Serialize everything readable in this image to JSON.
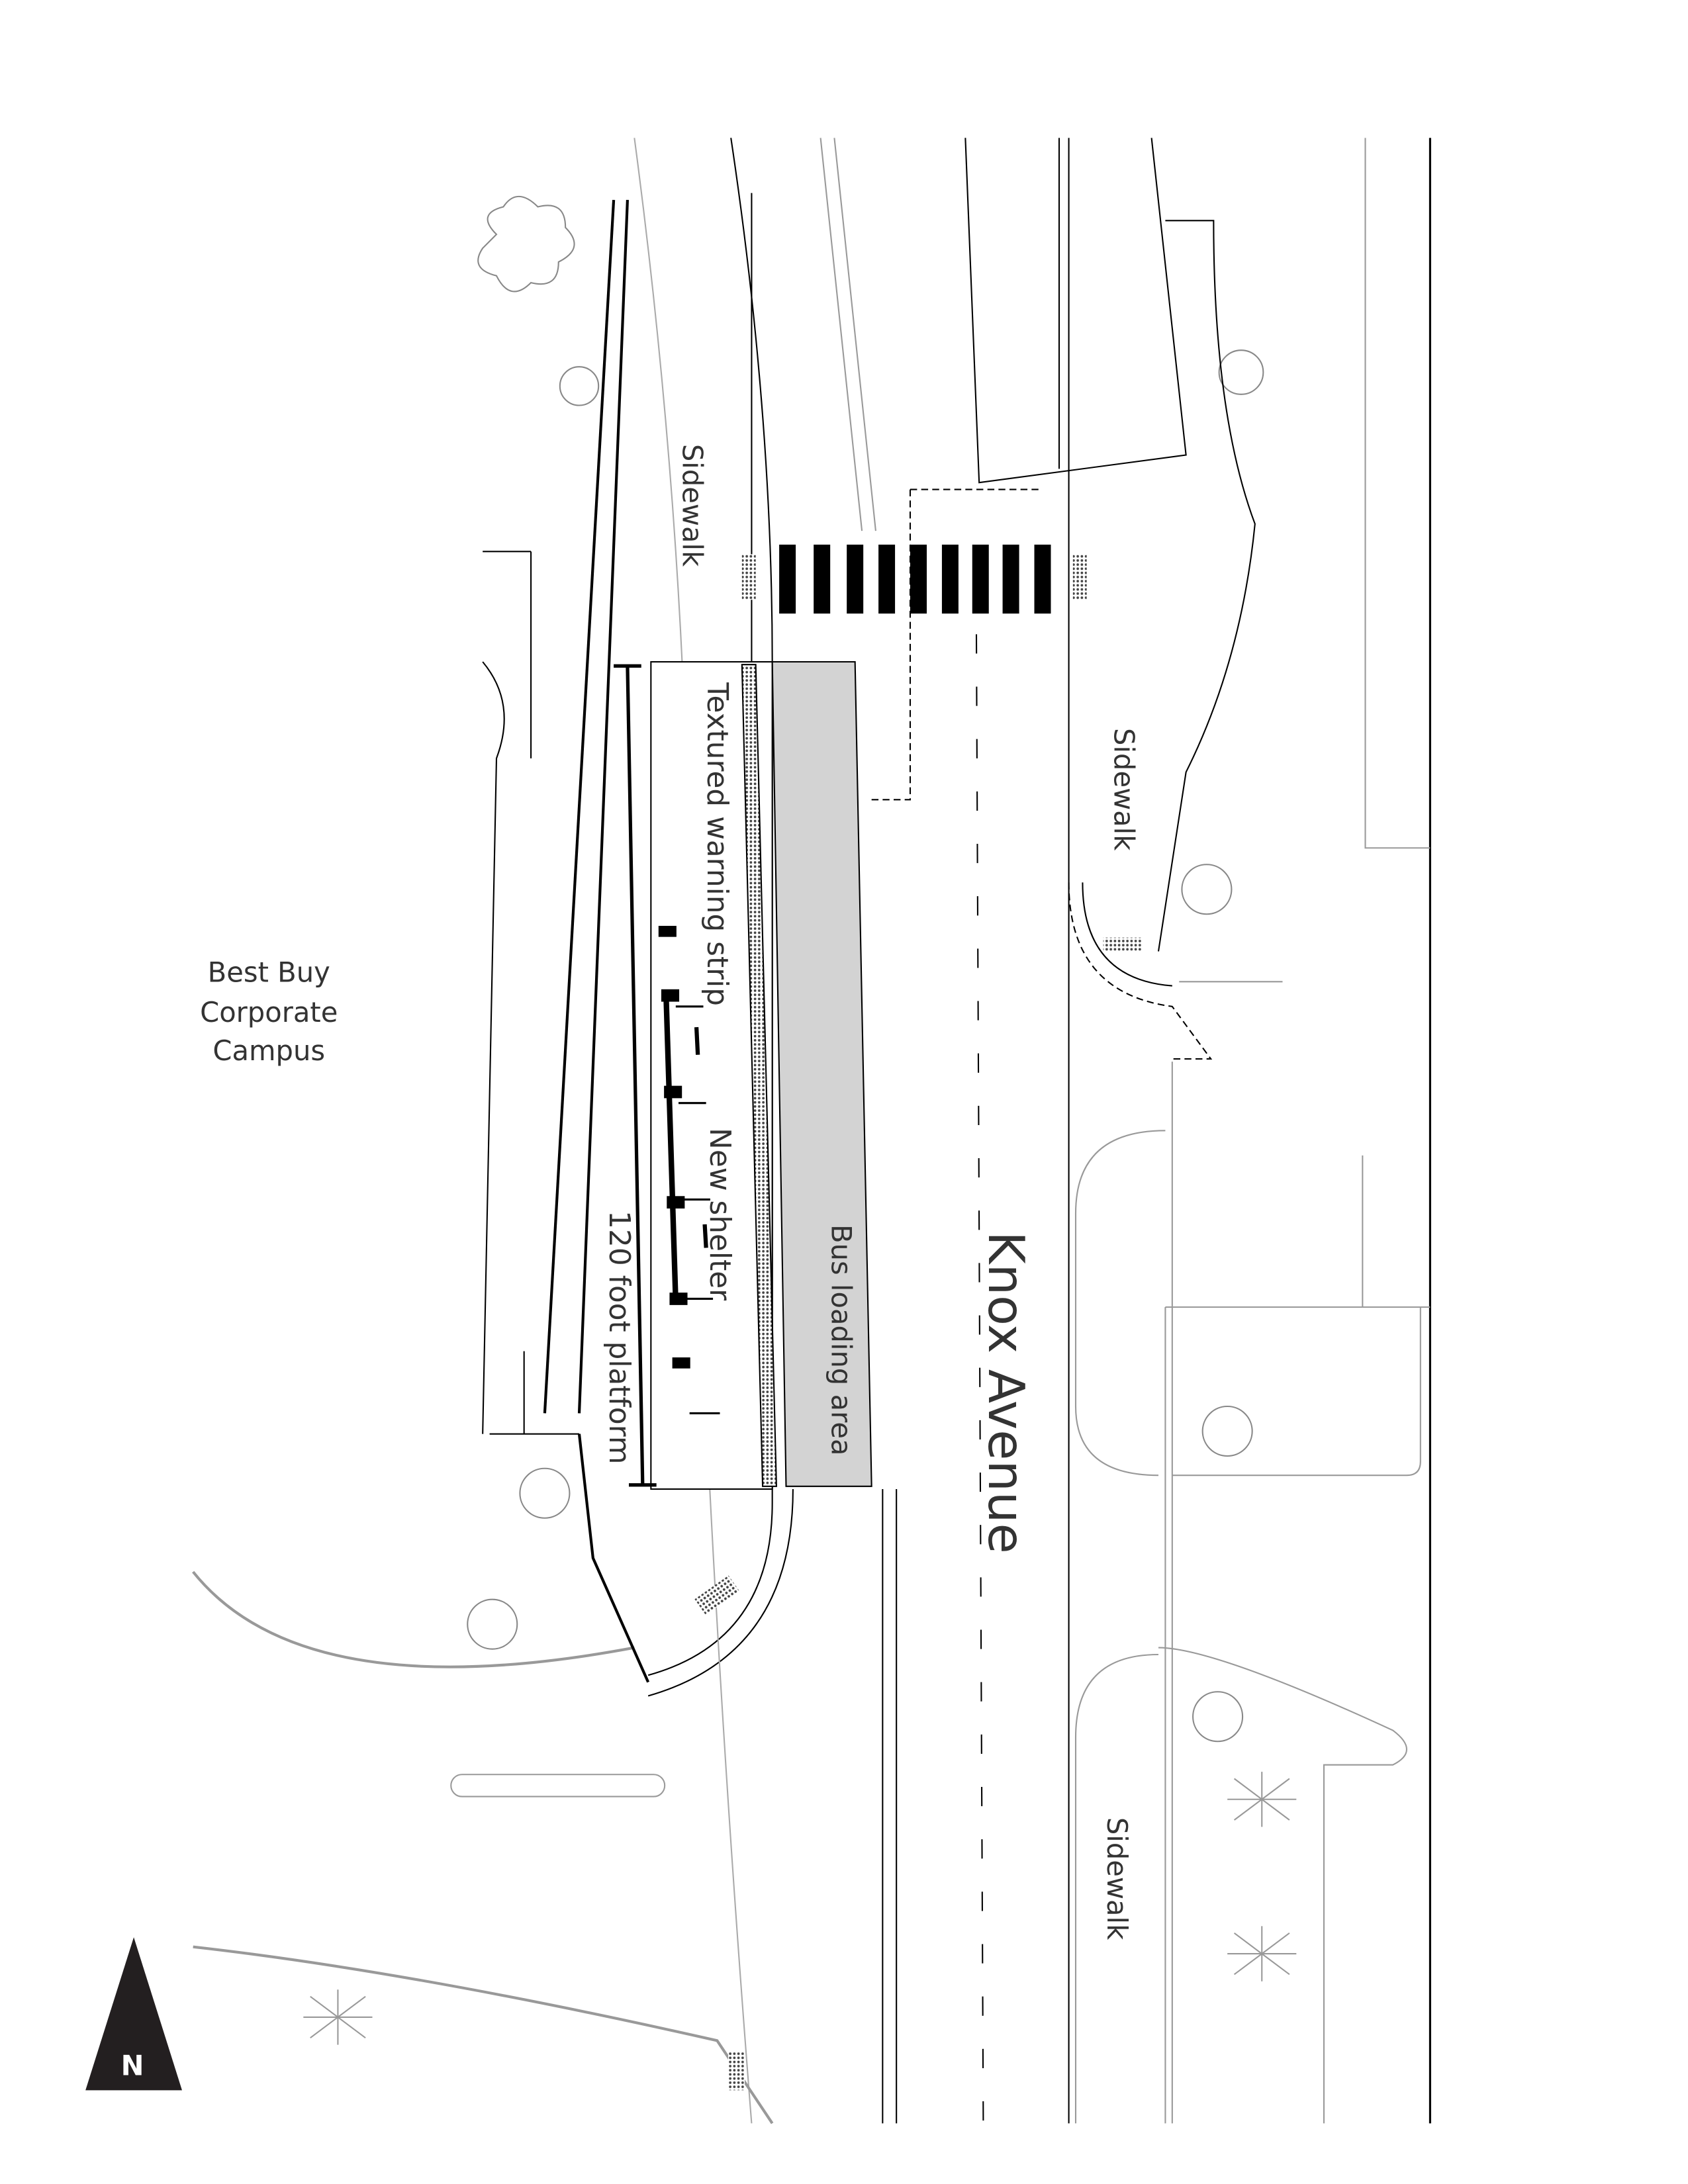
{
  "labels": {
    "sidewalk_left": "Sidewalk",
    "warning_strip": "Textured warning strip",
    "new_shelter": "New shelter",
    "platform": "120 foot platform",
    "bus_loading": "Bus loading area",
    "street": "Knox Avenue",
    "sidewalk_right_upper": "Sidewalk",
    "sidewalk_right_lower": "Sidewalk",
    "campus_line1": "Best Buy",
    "campus_line2": "Corporate",
    "campus_line3": "Campus",
    "north": "N"
  },
  "colors": {
    "line": "#000000",
    "gray_line": "#aaaaaa",
    "loading_area": "#d3d3d3",
    "text": "#333333"
  }
}
